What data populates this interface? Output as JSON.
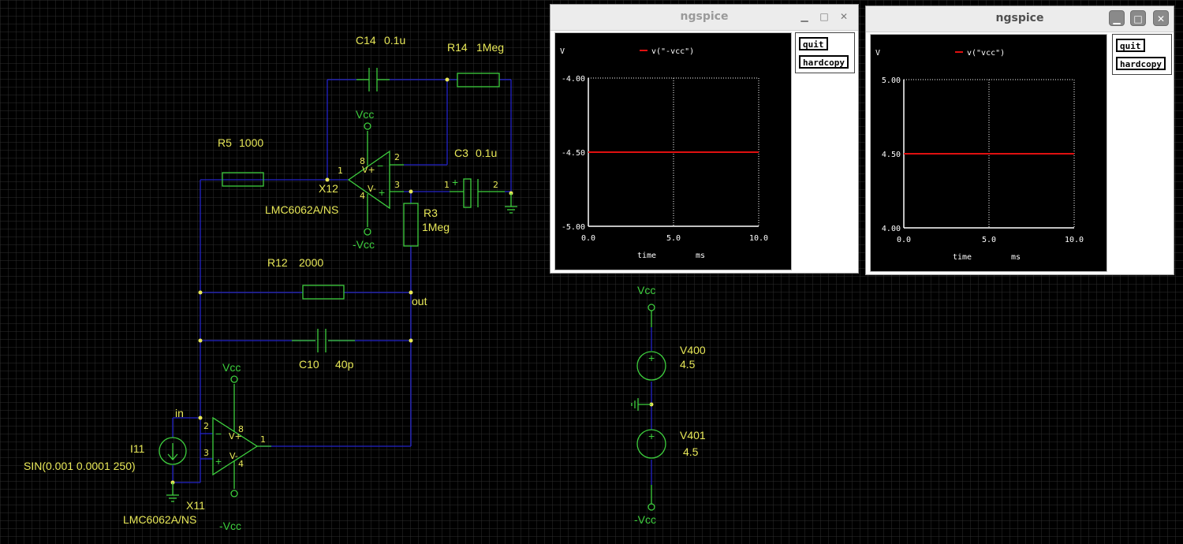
{
  "schematic": {
    "components": {
      "c14": {
        "ref": "C14",
        "value": "0.1u"
      },
      "r14": {
        "ref": "R14",
        "value": "1Meg"
      },
      "r5": {
        "ref": "R5",
        "value": "1000"
      },
      "c3": {
        "ref": "C3",
        "value": "0.1u"
      },
      "r3": {
        "ref": "R3",
        "value": "1Meg"
      },
      "r12": {
        "ref": "R12",
        "value": "2000"
      },
      "c10": {
        "ref": "C10",
        "value": "40p"
      },
      "x12": {
        "ref": "X12",
        "model": "LMC6062A/NS"
      },
      "x11": {
        "ref": "X11",
        "model": "LMC6062A/NS"
      },
      "i11": {
        "ref": "I11",
        "value": "SIN(0.001 0.0001 250)"
      },
      "v400": {
        "ref": "V400",
        "value": "4.5"
      },
      "v401": {
        "ref": "V401",
        "value": "4.5"
      }
    },
    "nets": {
      "vcc": "Vcc",
      "neg_vcc": "-Vcc",
      "out": "out",
      "in": "in"
    },
    "pins": {
      "p1": "1",
      "p2": "2",
      "p3": "3",
      "p4": "4",
      "p8": "8",
      "plus": "+",
      "minus": "−",
      "vplus": "V+",
      "vminus": "V-"
    }
  },
  "windows": [
    {
      "title": "ngspice",
      "quit_label": "quit",
      "hardcopy_label": "hardcopy",
      "ylabel": "V",
      "legend": "v(\"-vcc\")",
      "xlabel": "time",
      "xunit": "ms",
      "yticks": [
        "-4.00",
        "-4.50",
        "-5.00"
      ],
      "xticks": [
        "0.0",
        "5.0",
        "10.0"
      ]
    },
    {
      "title": "ngspice",
      "quit_label": "quit",
      "hardcopy_label": "hardcopy",
      "ylabel": "V",
      "legend": "v(\"vcc\")",
      "xlabel": "time",
      "xunit": "ms",
      "yticks": [
        "5.00",
        "4.50",
        "4.00"
      ],
      "xticks": [
        "0.0",
        "5.0",
        "10.0"
      ]
    }
  ],
  "chart_data": [
    {
      "type": "line",
      "series": [
        {
          "name": "v(\"-vcc\")",
          "x": [
            0,
            10
          ],
          "y": [
            -4.5,
            -4.5
          ],
          "color": "#e01010"
        }
      ],
      "xlabel": "time",
      "xunit": "ms",
      "ylabel": "V",
      "xlim": [
        0,
        10
      ],
      "ylim": [
        -5,
        -4
      ],
      "grid": true
    },
    {
      "type": "line",
      "series": [
        {
          "name": "v(\"vcc\")",
          "x": [
            0,
            10
          ],
          "y": [
            4.5,
            4.5
          ],
          "color": "#e01010"
        }
      ],
      "xlabel": "time",
      "xunit": "ms",
      "ylabel": "V",
      "xlim": [
        0,
        10
      ],
      "ylim": [
        4,
        5
      ],
      "grid": true
    }
  ],
  "colors": {
    "background": "#000000",
    "grid": "#3a3a3a",
    "wire": "#2323c8",
    "component": "#3ecf3e",
    "label": "#e8e858",
    "trace": "#e01010"
  }
}
